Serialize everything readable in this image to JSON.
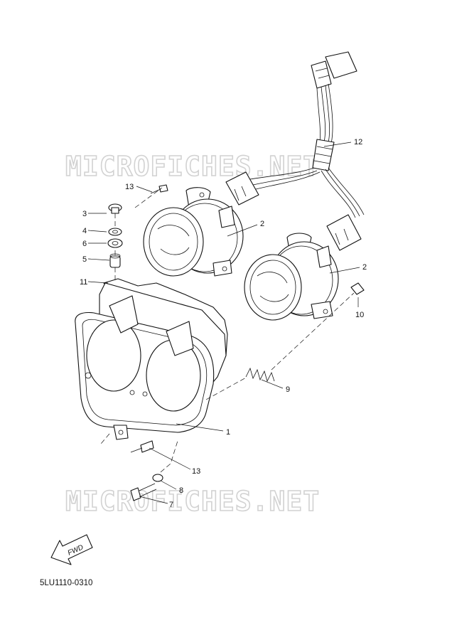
{
  "watermark": "MICROFICHES.NET",
  "diagram_code": "5LU1110-0310",
  "fwd_label": "FWD",
  "callouts": {
    "c1": "1",
    "c2a": "2",
    "c2b": "2",
    "c3": "3",
    "c4": "4",
    "c5": "5",
    "c6": "6",
    "c7": "7",
    "c8": "8",
    "c9": "9",
    "c10": "10",
    "c11": "11",
    "c12": "12",
    "c13a": "13",
    "c13b": "13"
  }
}
